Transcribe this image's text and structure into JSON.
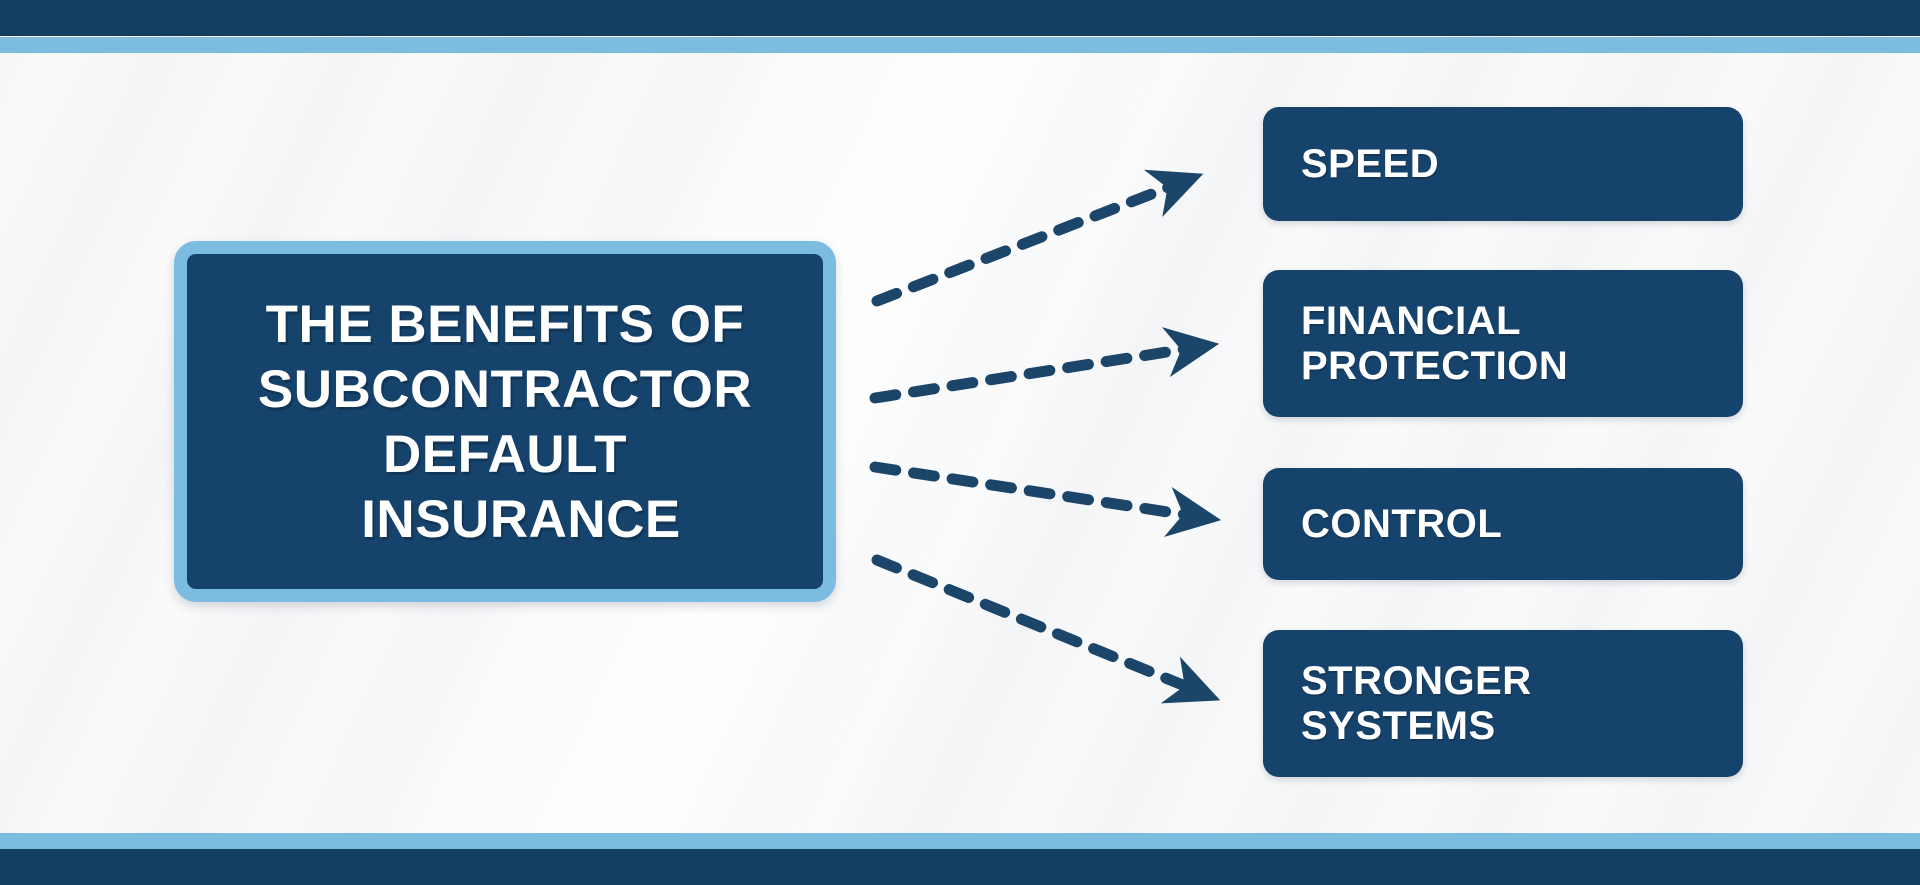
{
  "title": {
    "text": "THE BENEFITS OF SUBCONTRACTOR DEFAULT INSURANCE",
    "lines": [
      "THE BENEFITS OF",
      "SUBCONTRACTOR",
      "DEFAULT",
      "INSURANCE"
    ]
  },
  "benefits": [
    {
      "label": "SPEED"
    },
    {
      "label": "FINANCIAL PROTECTION"
    },
    {
      "label": "CONTROL"
    },
    {
      "label": "STRONGER SYSTEMS"
    }
  ],
  "connections": [
    {
      "from": "title",
      "to": "SPEED"
    },
    {
      "from": "title",
      "to": "FINANCIAL PROTECTION"
    },
    {
      "from": "title",
      "to": "CONTROL"
    },
    {
      "from": "title",
      "to": "STRONGER SYSTEMS"
    }
  ],
  "colors": {
    "navy": "#16436B",
    "bar_navy": "#133F63",
    "light_blue": "#7BBCE0",
    "background": "#FAFAFB",
    "arrow": "#1B4569",
    "text": "#FFFFFF"
  }
}
